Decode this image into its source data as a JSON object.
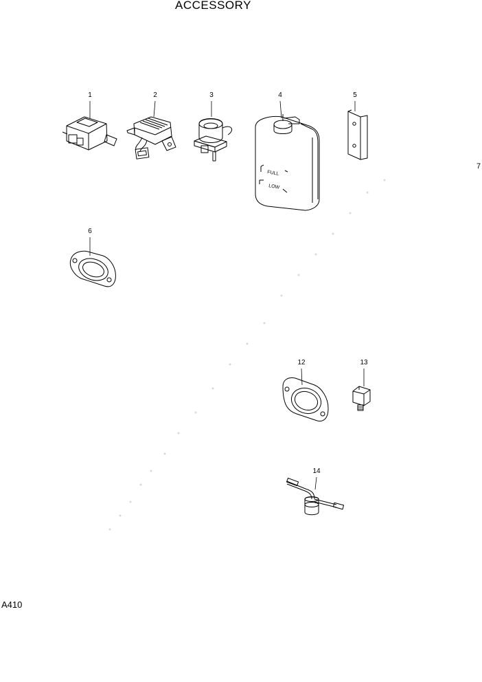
{
  "title": "ACCESSORY",
  "page_code": "A410",
  "side_number": "7",
  "callouts": {
    "c1": "1",
    "c2": "2",
    "c3": "3",
    "c4": "4",
    "c5": "5",
    "c6": "6",
    "c12": "12",
    "c13": "13",
    "c14": "14"
  },
  "tank_labels": {
    "full": "FULL",
    "low": "LOW"
  }
}
